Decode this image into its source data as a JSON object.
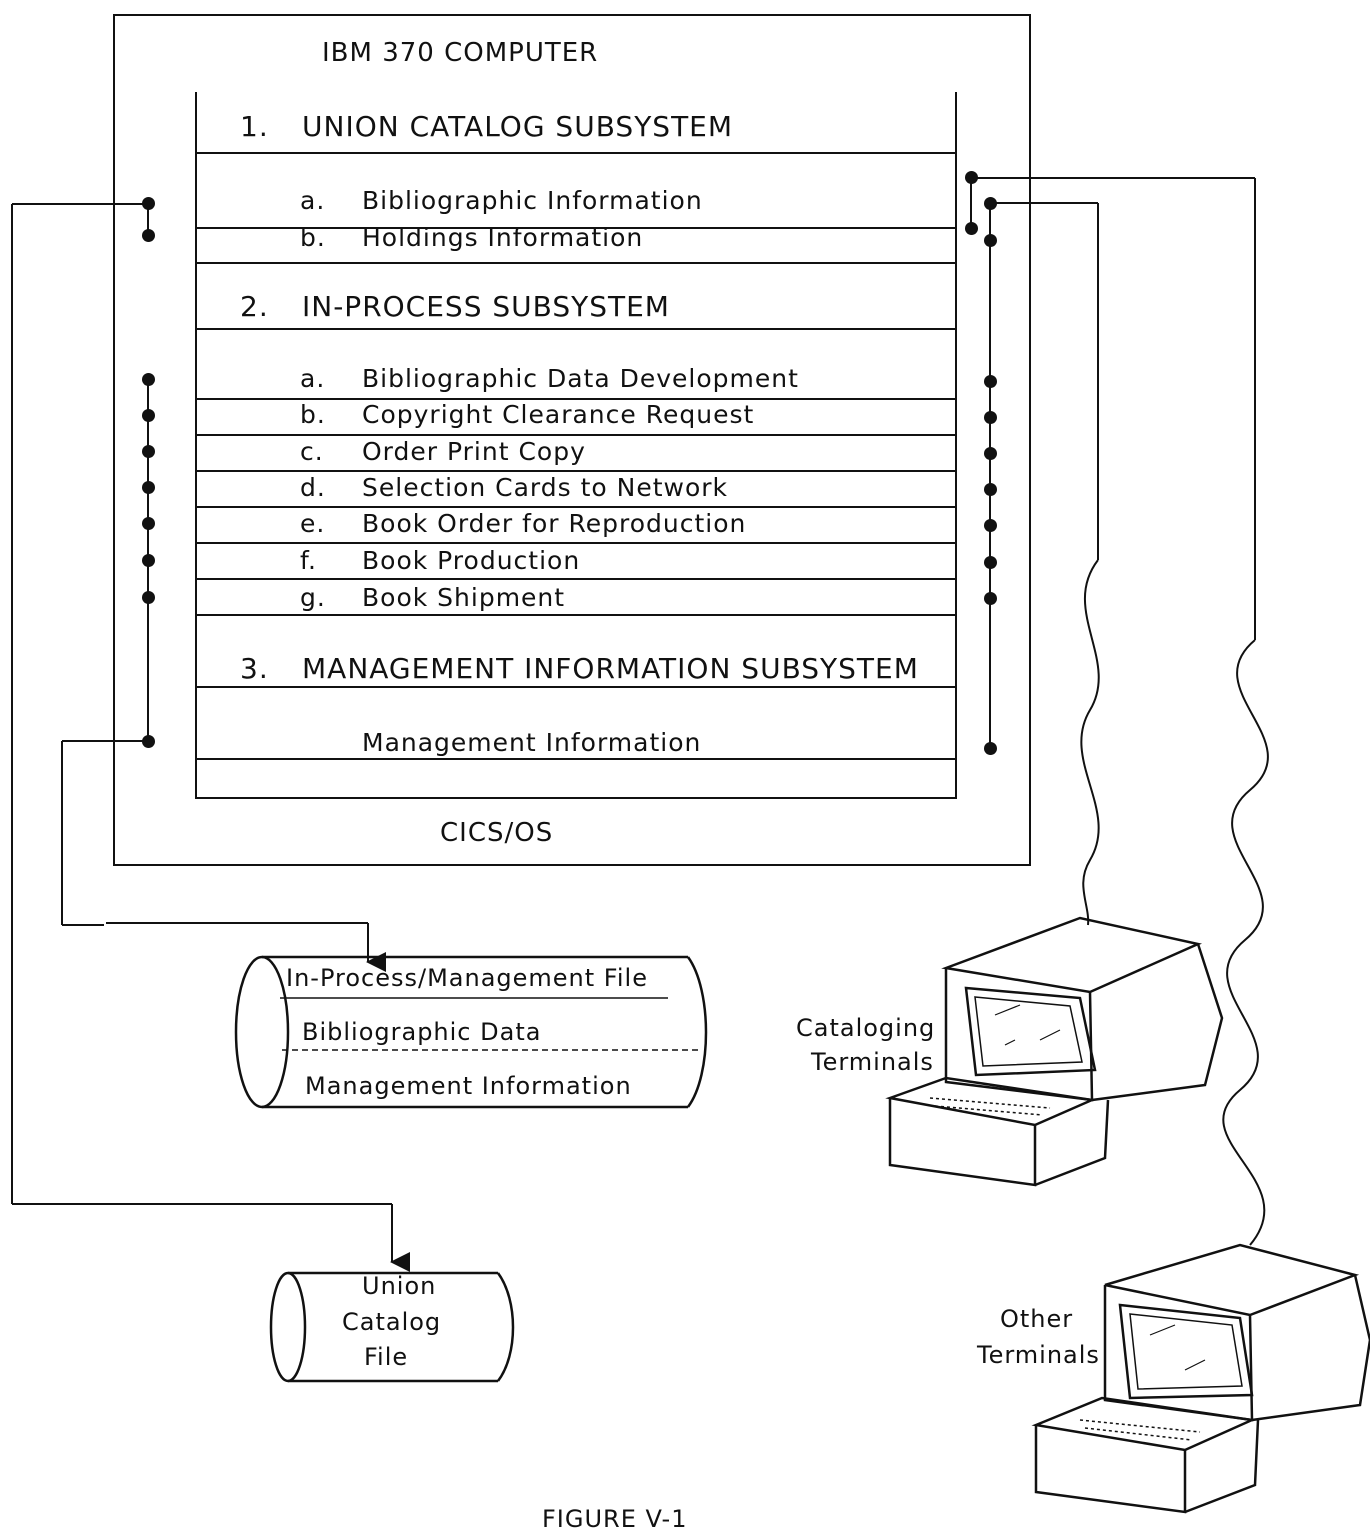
{
  "computer": {
    "title": "IBM 370 COMPUTER",
    "os_label": "CICS/OS"
  },
  "subsystems": [
    {
      "number": "1.",
      "title": "UNION CATALOG SUBSYSTEM",
      "items": [
        {
          "letter": "a.",
          "label": "Bibliographic Information"
        },
        {
          "letter": "b.",
          "label": "Holdings Information"
        }
      ]
    },
    {
      "number": "2.",
      "title": "IN-PROCESS SUBSYSTEM",
      "items": [
        {
          "letter": "a.",
          "label": "Bibliographic Data Development"
        },
        {
          "letter": "b.",
          "label": "Copyright Clearance Request"
        },
        {
          "letter": "c.",
          "label": "Order Print Copy"
        },
        {
          "letter": "d.",
          "label": "Selection Cards to Network"
        },
        {
          "letter": "e.",
          "label": "Book Order for Reproduction"
        },
        {
          "letter": "f.",
          "label": "Book Production"
        },
        {
          "letter": "g.",
          "label": "Book Shipment"
        }
      ]
    },
    {
      "number": "3.",
      "title": "MANAGEMENT INFORMATION SUBSYSTEM",
      "items": [
        {
          "letter": "",
          "label": "Management Information"
        }
      ]
    }
  ],
  "in_process_file": {
    "title": "In-Process/Management File",
    "sections": [
      "Bibliographic Data",
      "Management Information"
    ]
  },
  "union_catalog_file": {
    "lines": [
      "Union",
      "Catalog",
      "File"
    ]
  },
  "terminals": {
    "cataloging": [
      "Cataloging",
      "Terminals"
    ],
    "other": [
      "Other",
      "Terminals"
    ]
  },
  "figure_caption": "FIGURE V-1"
}
